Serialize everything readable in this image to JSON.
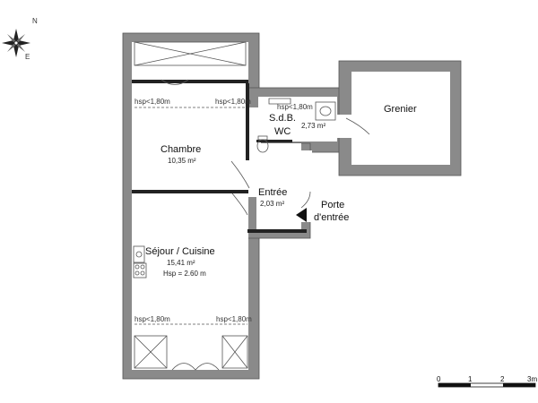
{
  "rooms": {
    "chambre": {
      "name": "Chambre",
      "area": "10,35 m²"
    },
    "sejour": {
      "name": "Séjour / Cuisine",
      "area": "15,41 m²",
      "hsp": "Hsp = 2.60 m"
    },
    "sdb": {
      "name": "S.d.B.",
      "area": "2,73 m²"
    },
    "wc": {
      "name": "WC"
    },
    "entree": {
      "name": "Entrée",
      "area": "2,03 m²"
    },
    "grenier": {
      "name": "Grenier"
    }
  },
  "hsp_labels": {
    "chambre_left": "hsp<1,80m",
    "chambre_right": "hsp<1,80m",
    "sdb": "hsp<1,80m",
    "sejour_left": "hsp<1,80m",
    "sejour_right": "hsp<1,80m"
  },
  "door": {
    "line1": "Porte",
    "line2": "d'entrée"
  },
  "compass": {
    "n": "N",
    "e": "E"
  },
  "scale": {
    "ticks": [
      "0",
      "1",
      "2",
      "3m"
    ]
  }
}
